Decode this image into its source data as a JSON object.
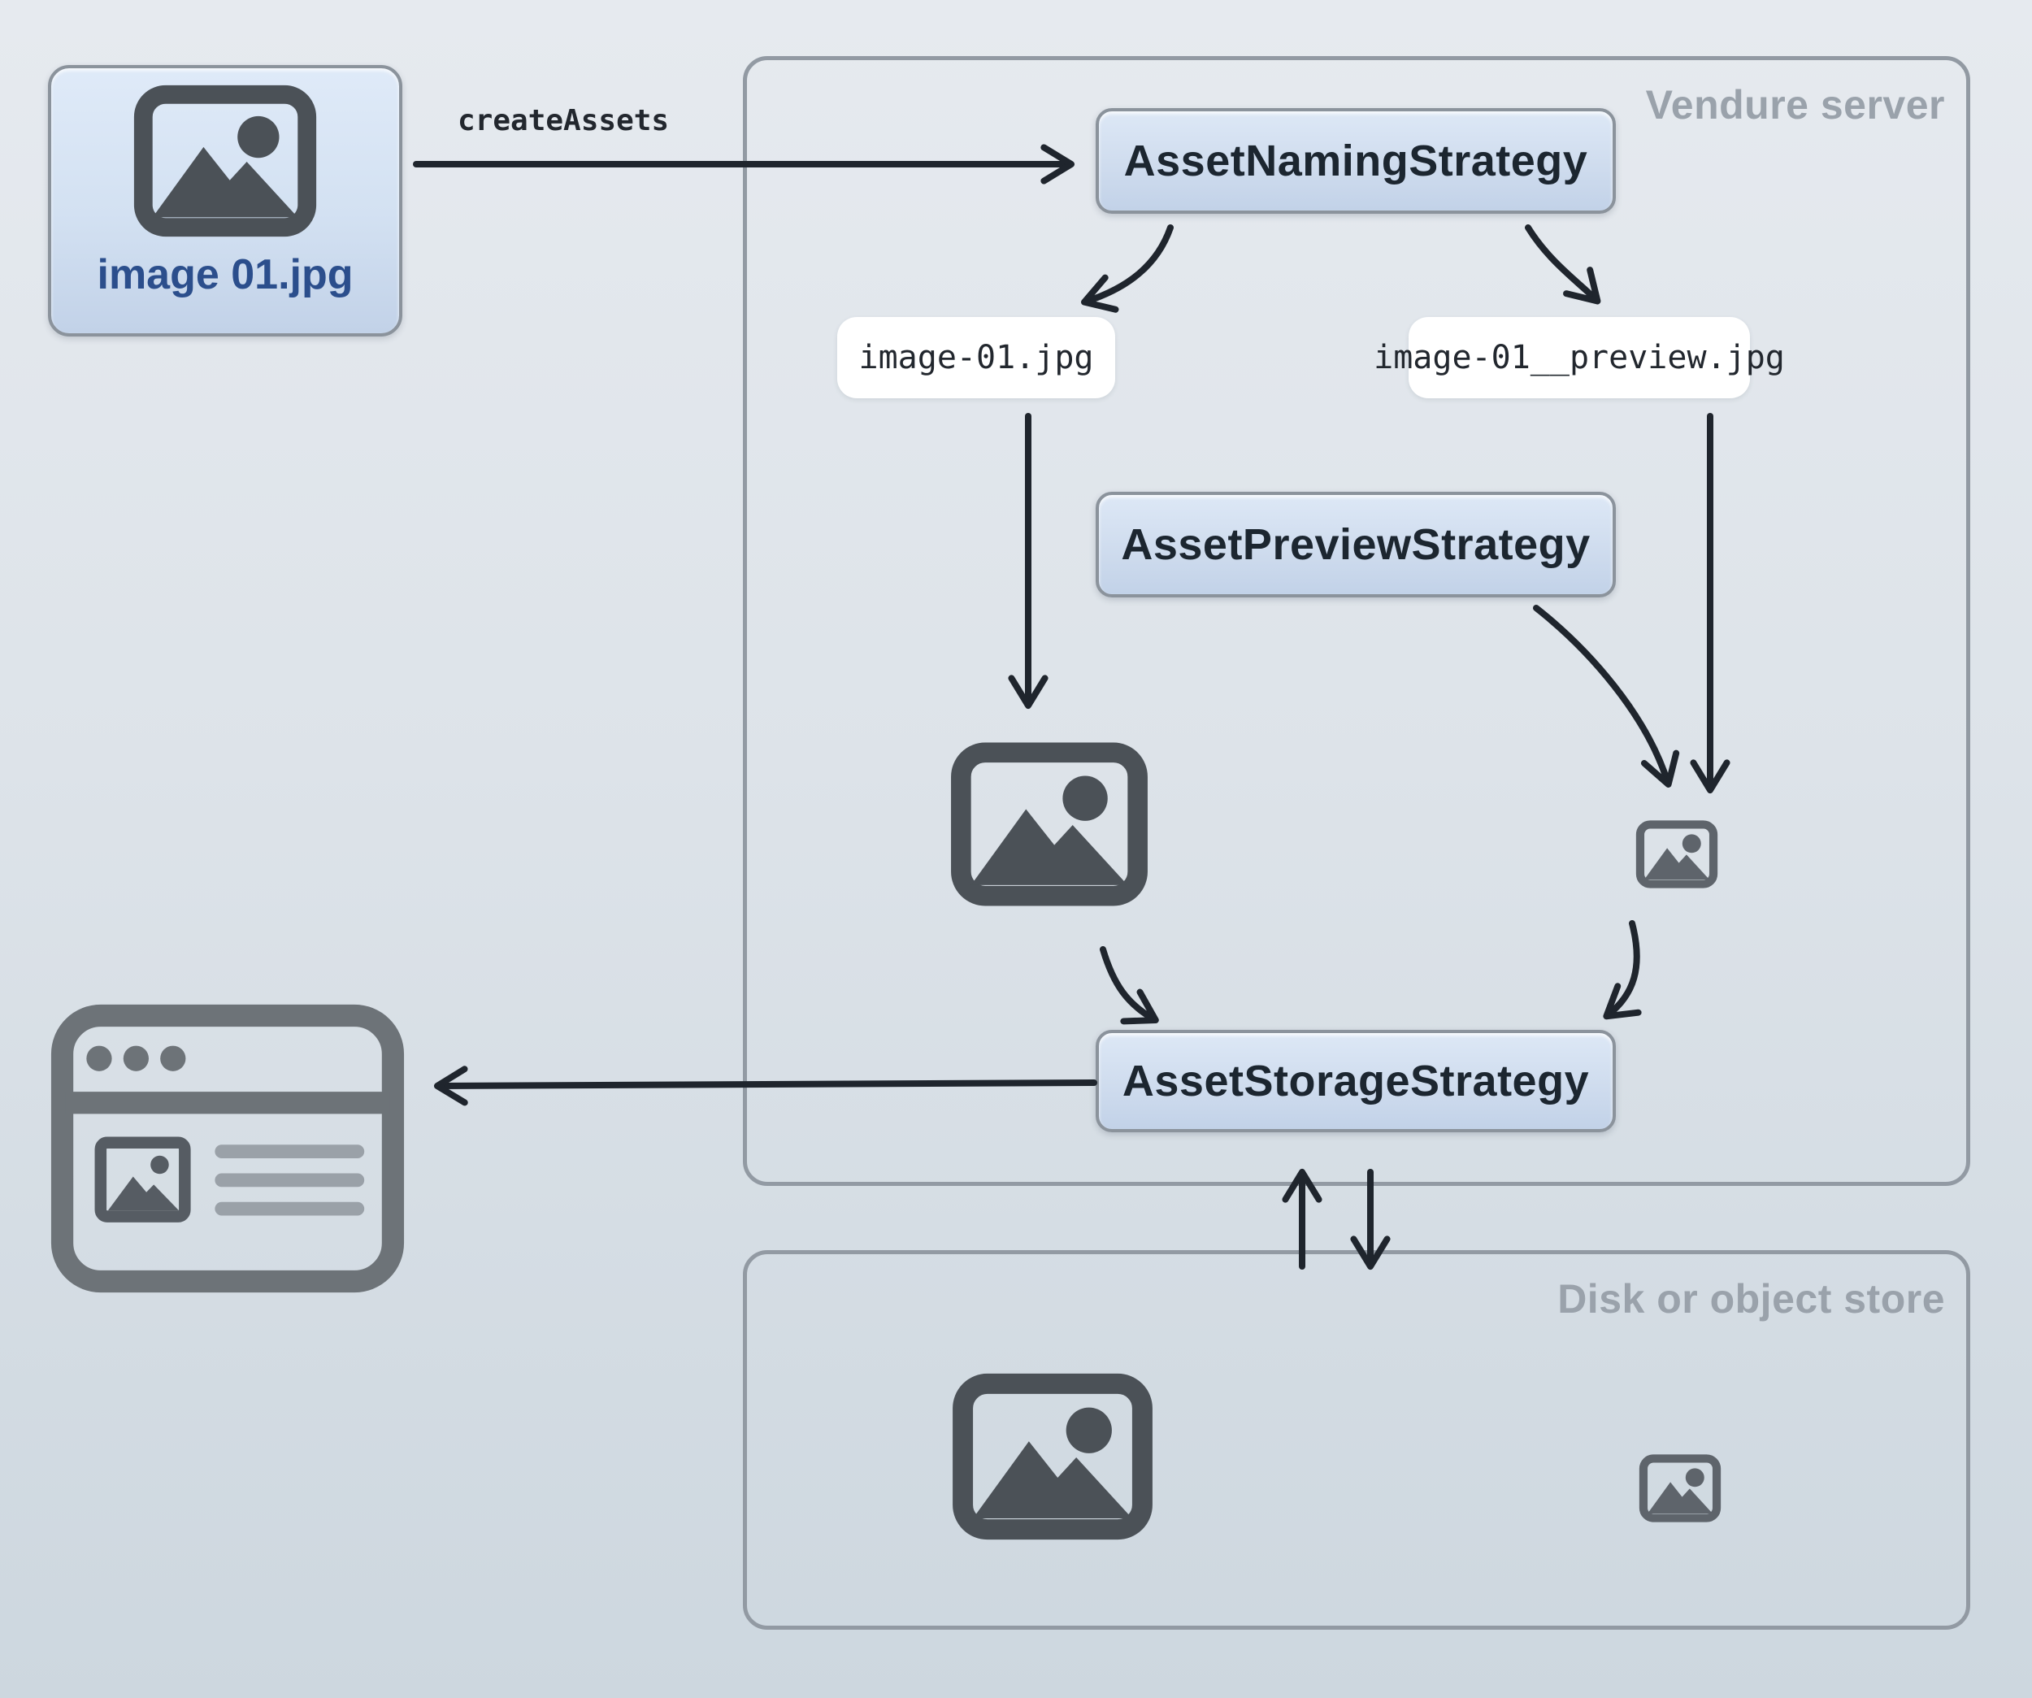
{
  "diagram": {
    "source_file": {
      "label": "image 01.jpg"
    },
    "flow_label": "createAssets",
    "vendure_server": {
      "title": "Vendure server",
      "naming_strategy": "AssetNamingStrategy",
      "original_filename": "image-01.jpg",
      "preview_filename": "image-01__preview.jpg",
      "preview_strategy": "AssetPreviewStrategy",
      "storage_strategy": "AssetStorageStrategy"
    },
    "disk_store": {
      "title": "Disk or object store"
    },
    "icons": {
      "source": "image-icon",
      "original_asset": "image-icon",
      "preview_asset": "image-icon-small",
      "storefront": "browser-window-icon",
      "stored_original": "image-icon",
      "stored_preview": "image-icon-small"
    },
    "colors": {
      "background_top": "#e6eaef",
      "background_bottom": "#cdd7df",
      "box_fill_top": "#dde8f6",
      "box_fill_bottom": "#c2d2e8",
      "box_border": "#8b939c",
      "box_text": "#1c2630",
      "container_border": "#929aa3",
      "container_label": "#9aa2ab",
      "file_pill_bg": "#ffffff",
      "code_text": "#22272e",
      "arrow": "#1f252d",
      "source_label_text": "#2b4e8c",
      "icon_dark": "#4b5157",
      "icon_medium": "#5e646b",
      "browser_icon": "#6d7378",
      "browser_inner": "#565c63",
      "browser_line": "#9aa1a8"
    }
  }
}
